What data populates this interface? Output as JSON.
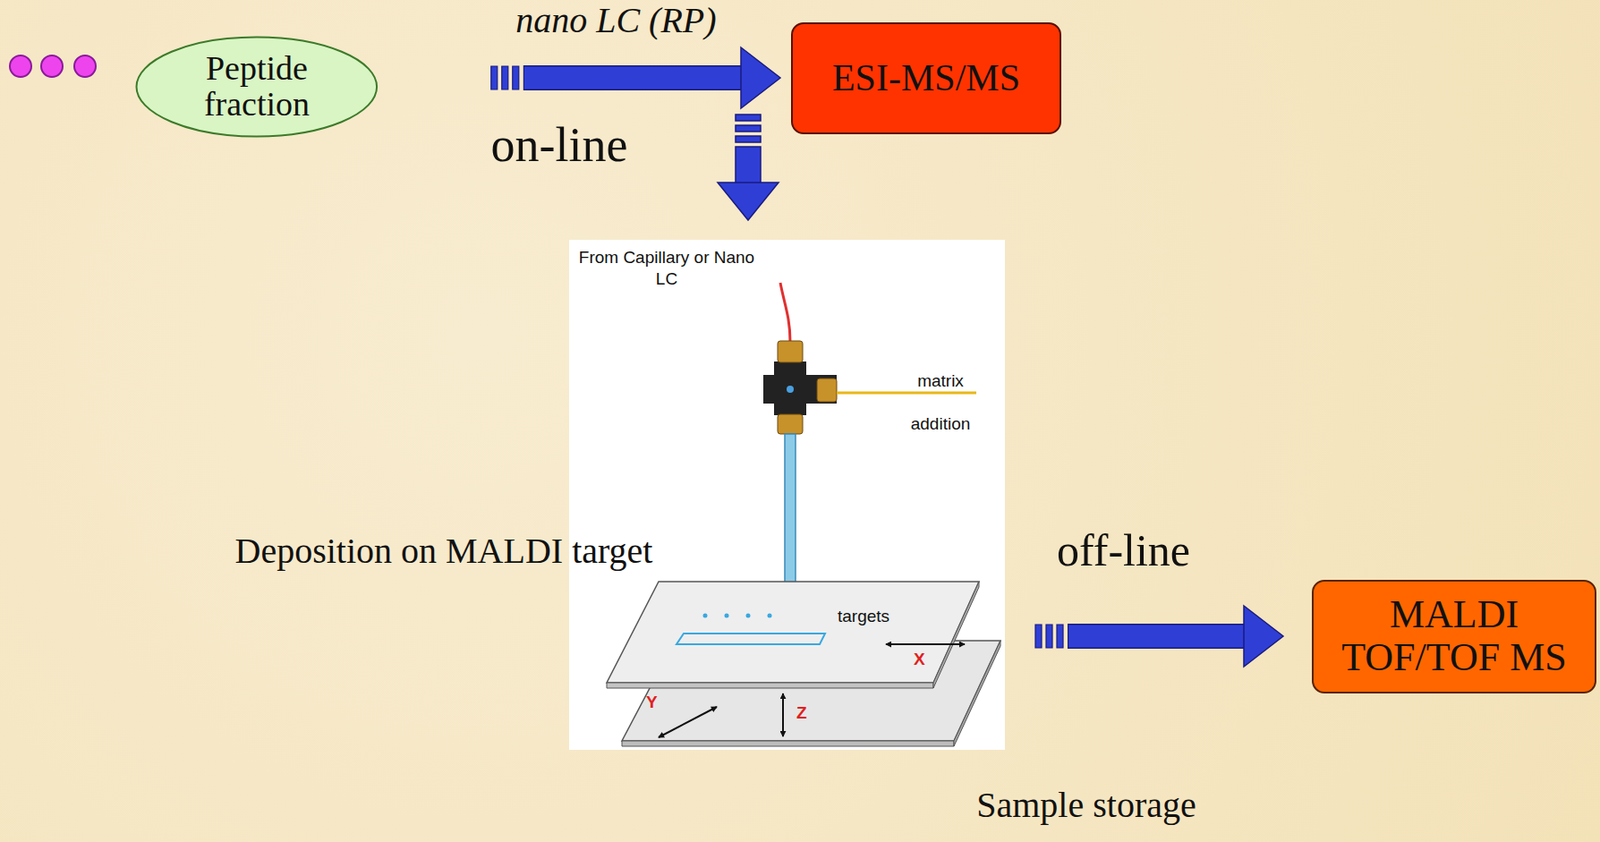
{
  "diagram": {
    "nodes": [
      {
        "text": [
          "Peptide fraction"
        ]
      },
      {
        "text": [
          "ESI-MS/MS"
        ]
      },
      {
        "text": [
          "From Capillary or Nano LC",
          "matrix addition",
          "targets",
          "X",
          "Y",
          "Z"
        ]
      },
      {
        "text": [
          "MALDI TOF/TOF MS"
        ]
      }
    ],
    "edges": [
      {
        "from": 0,
        "to": 1,
        "arrow": "to",
        "label": "nano LC (RP)"
      },
      {
        "from": 2,
        "to": 3,
        "arrow": "to",
        "label": "off-line"
      }
    ],
    "labels": [
      "on-line",
      "Deposition on MALDI target",
      "Sample storage"
    ]
  }
}
